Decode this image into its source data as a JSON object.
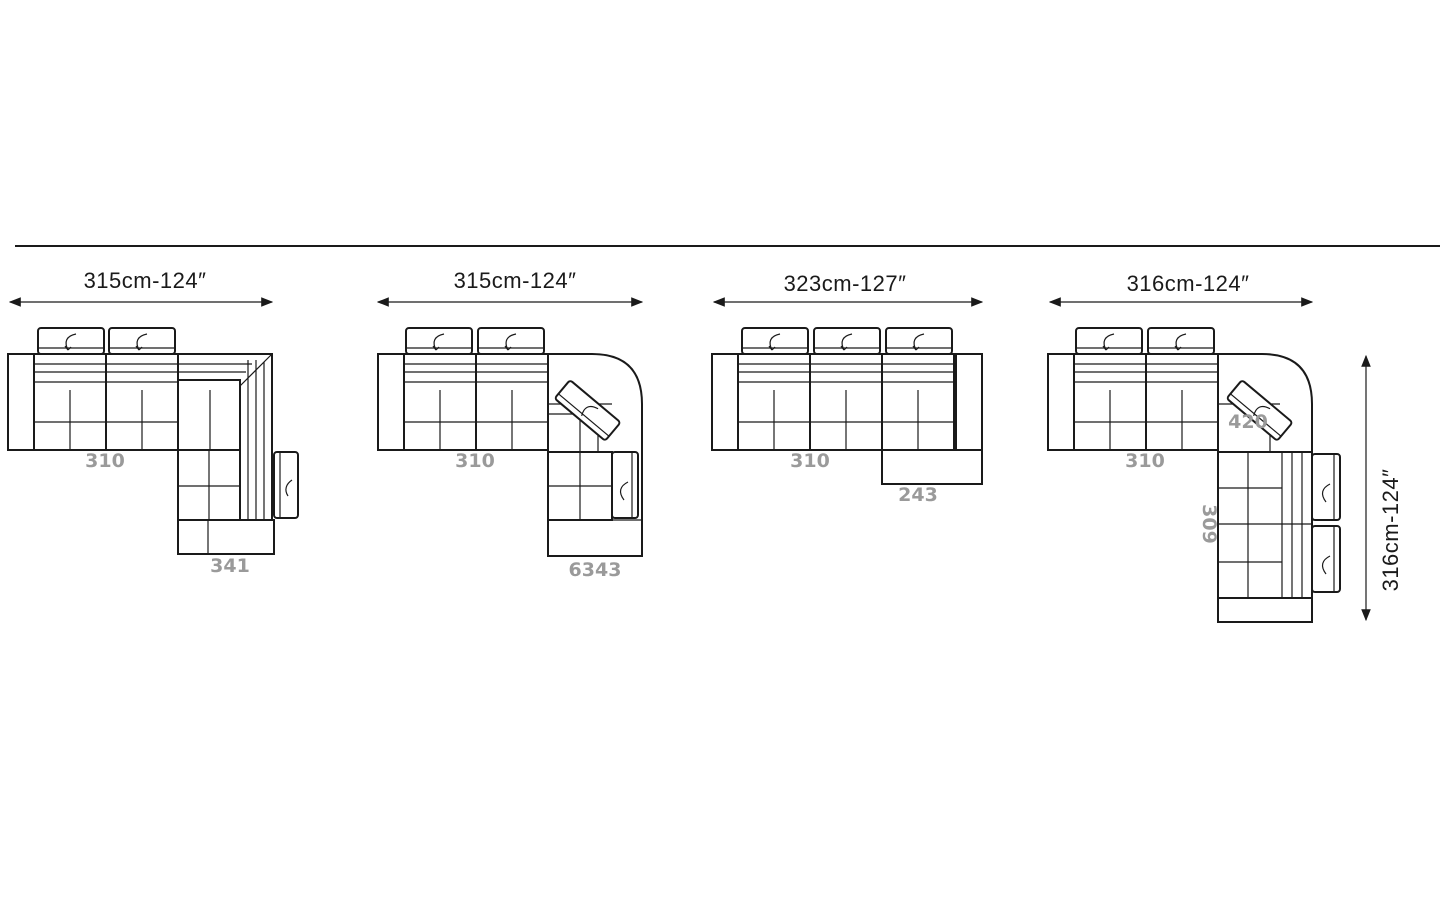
{
  "configurations": [
    {
      "name": "config-1",
      "width_label": "315cm-124″",
      "codes": [
        "310",
        "341"
      ]
    },
    {
      "name": "config-2",
      "width_label": "315cm-124″",
      "codes": [
        "310",
        "6343"
      ]
    },
    {
      "name": "config-3",
      "width_label": "323cm-127″",
      "codes": [
        "310",
        "243"
      ]
    },
    {
      "name": "config-4",
      "width_label": "316cm-124″",
      "depth_label": "316cm-124″",
      "codes": [
        "310",
        "420",
        "309"
      ]
    }
  ]
}
